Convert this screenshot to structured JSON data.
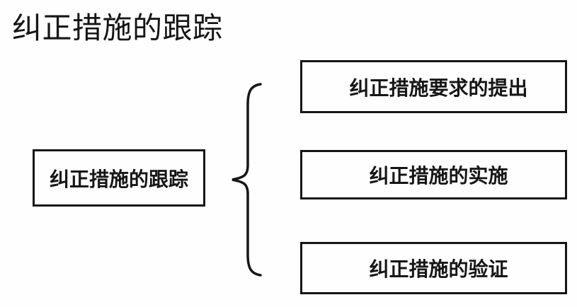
{
  "page": {
    "title": "纠正措施的跟踪"
  },
  "diagram": {
    "root": {
      "label": "纠正措施的跟踪"
    },
    "branches": [
      {
        "label": "纠正措施要求的提出"
      },
      {
        "label": "纠正措施的实施"
      },
      {
        "label": "纠正措施的验证"
      }
    ]
  },
  "colors": {
    "ink": "#161616",
    "background": "#fefefe"
  }
}
